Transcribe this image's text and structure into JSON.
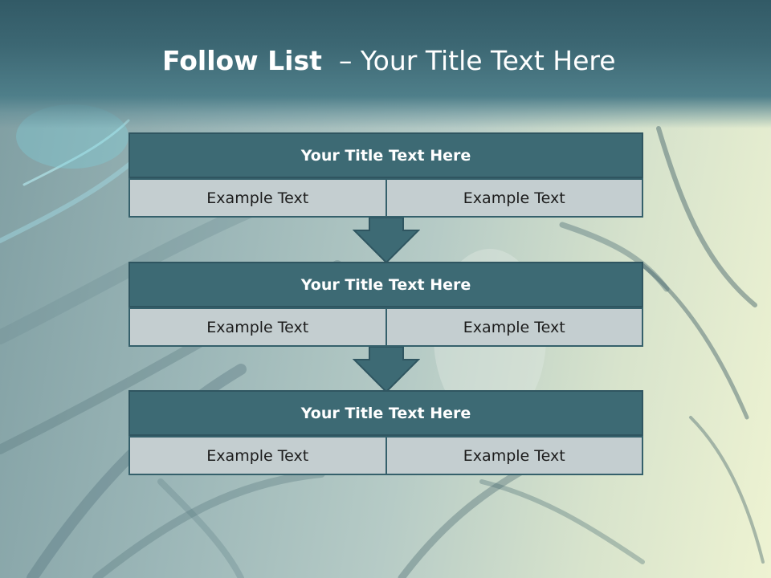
{
  "slide": {
    "title_bold": "Follow List",
    "title_rest": "– Your Title Text Here"
  },
  "blocks": [
    {
      "title": "Your Title Text Here",
      "left_text": "Example Text",
      "right_text": "Example Text"
    },
    {
      "title": "Your Title Text Here",
      "left_text": "Example Text",
      "right_text": "Example Text"
    },
    {
      "title": "Your Title Text Here",
      "left_text": "Example Text",
      "right_text": "Example Text"
    }
  ],
  "colors": {
    "header": "#3c6773",
    "block_title": "#3d6a74",
    "cell": "#c4ced0",
    "arrow": "#3d6a74"
  }
}
